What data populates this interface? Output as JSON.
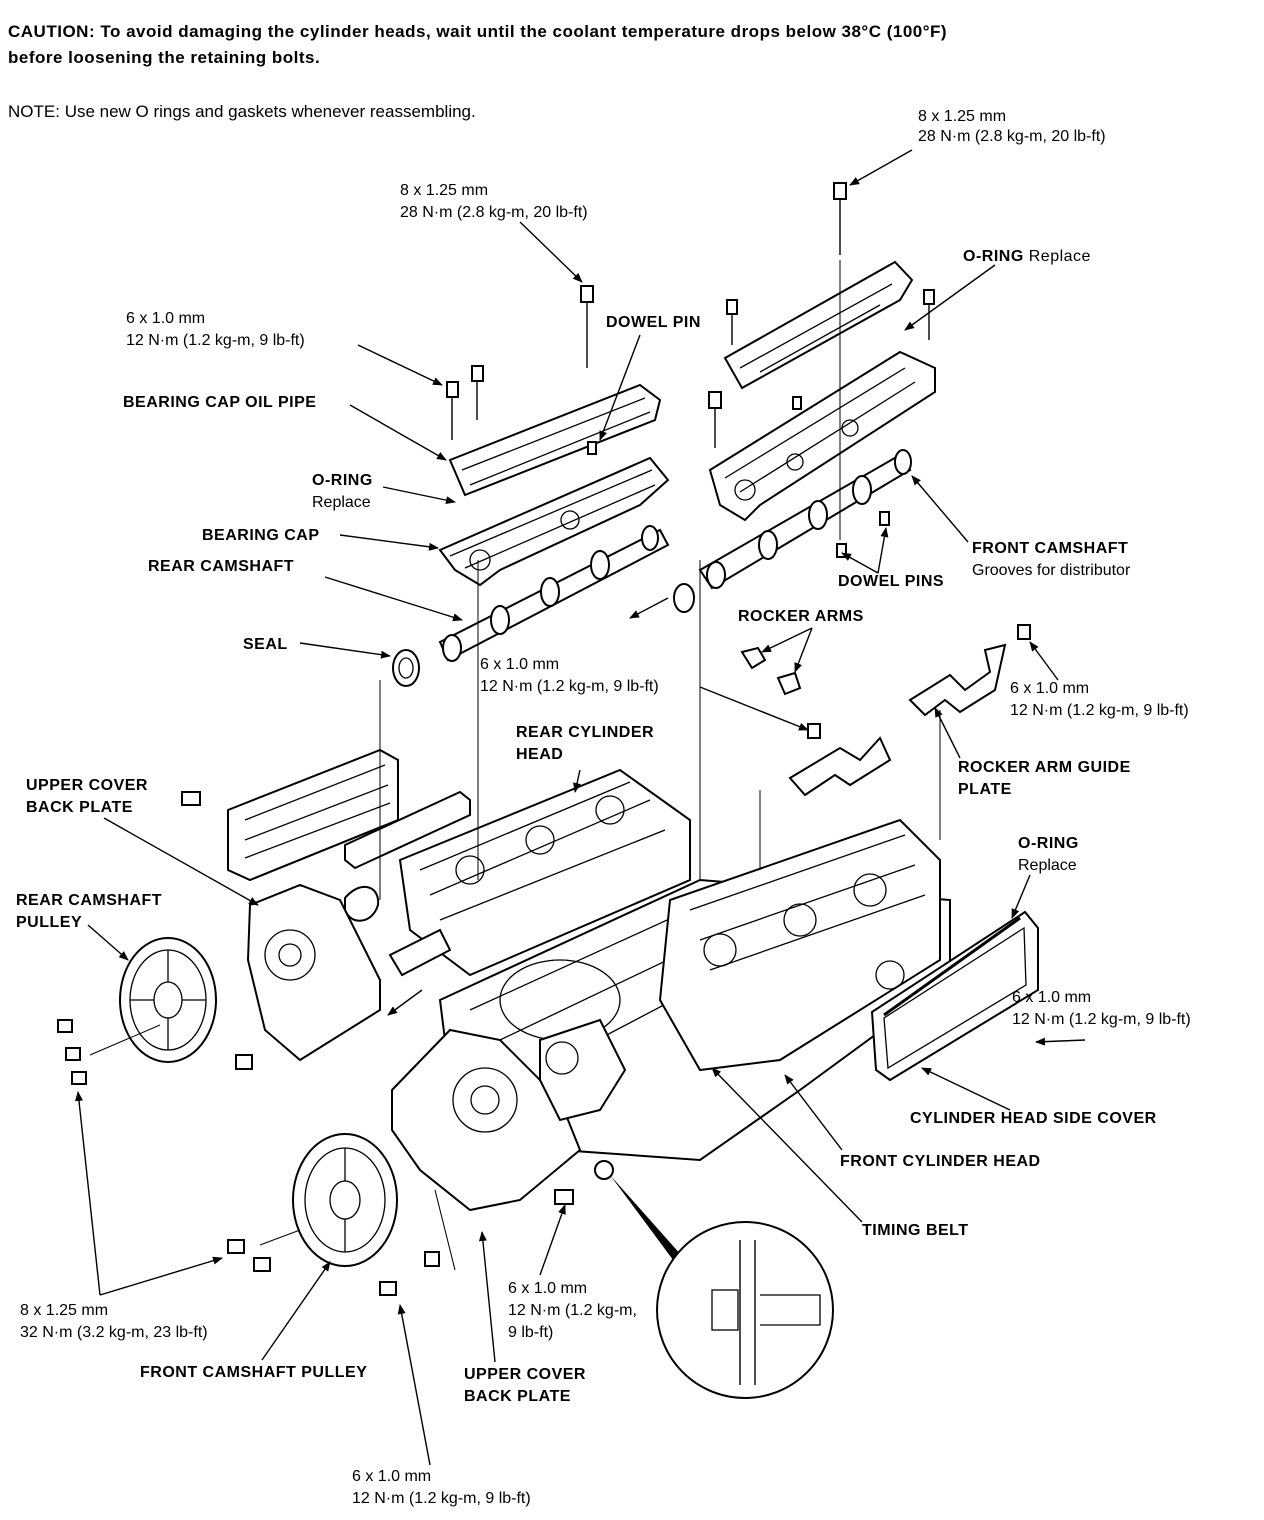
{
  "caution": {
    "prefix": "CAUTION:",
    "line1": "To avoid damaging the cylinder heads, wait until the coolant temperature drops below 38°C (100°F)",
    "line2": "before loosening the retaining bolts."
  },
  "note": {
    "prefix": "NOTE:",
    "text": "Use new O rings and gaskets whenever reassembling."
  },
  "labels": {
    "bolt_front_top": {
      "size": "8 x 1.25 mm",
      "torque": "28 N·m (2.8 kg-m, 20 lb-ft)"
    },
    "bolt_rear_top": {
      "size": "8 x 1.25 mm",
      "torque": "28 N·m (2.8 kg-m, 20 lb-ft)"
    },
    "bolt_rear_small": {
      "size": "6 x 1.0 mm",
      "torque": "12 N·m (1.2 kg-m, 9 lb-ft)"
    },
    "oring_front_top": {
      "name": "O-RING",
      "note": "Replace"
    },
    "dowel_pin": "DOWEL PIN",
    "bearing_cap_oil_pipe": "BEARING CAP OIL PIPE",
    "oring_rear": {
      "name": "O-RING",
      "note": "Replace"
    },
    "bearing_cap": "BEARING CAP",
    "rear_camshaft": "REAR CAMSHAFT",
    "front_camshaft": {
      "name": "FRONT CAMSHAFT",
      "note": "Grooves for distributor"
    },
    "dowel_pins": "DOWEL PINS",
    "rocker_arms": "ROCKER ARMS",
    "seal": "SEAL",
    "bolt_mid": {
      "size": "6 x 1.0 mm",
      "torque": "12 N·m (1.2 kg-m, 9 lb-ft)"
    },
    "bolt_guide": {
      "size": "6 x 1.0 mm",
      "torque": "12 N·m (1.2 kg-m, 9 lb-ft)"
    },
    "rear_cylinder_head": {
      "line1": "REAR CYLINDER",
      "line2": "HEAD"
    },
    "rocker_arm_guide_plate": {
      "line1": "ROCKER ARM GUIDE",
      "line2": "PLATE"
    },
    "upper_cover_back_plate_left": {
      "line1": "UPPER COVER",
      "line2": "BACK PLATE"
    },
    "rear_camshaft_pulley": {
      "line1": "REAR CAMSHAFT",
      "line2": "PULLEY"
    },
    "oring_side": {
      "name": "O-RING",
      "note": "Replace"
    },
    "bolt_side_cover": {
      "size": "6 x 1.0 mm",
      "torque": "12 N·m (1.2 kg-m, 9 lb-ft)"
    },
    "cylinder_head_side_cover": "CYLINDER HEAD SIDE COVER",
    "front_cylinder_head": "FRONT CYLINDER HEAD",
    "timing_belt": "TIMING BELT",
    "bolt_pulley": {
      "size": "8 x 1.25 mm",
      "torque": "32 N·m (3.2 kg-m, 23 lb-ft)"
    },
    "bolt_lower_mid": {
      "size": "6 x 1.0 mm",
      "line2": "12 N·m (1.2 kg-m,",
      "line3": "9 lb-ft)"
    },
    "front_camshaft_pulley": "FRONT CAMSHAFT PULLEY",
    "upper_cover_back_plate_bottom": {
      "line1": "UPPER COVER",
      "line2": "BACK PLATE"
    },
    "bolt_bottom": {
      "size": "6 x 1.0 mm",
      "torque": "12 N·m (1.2 kg-m, 9 lb-ft)"
    }
  }
}
